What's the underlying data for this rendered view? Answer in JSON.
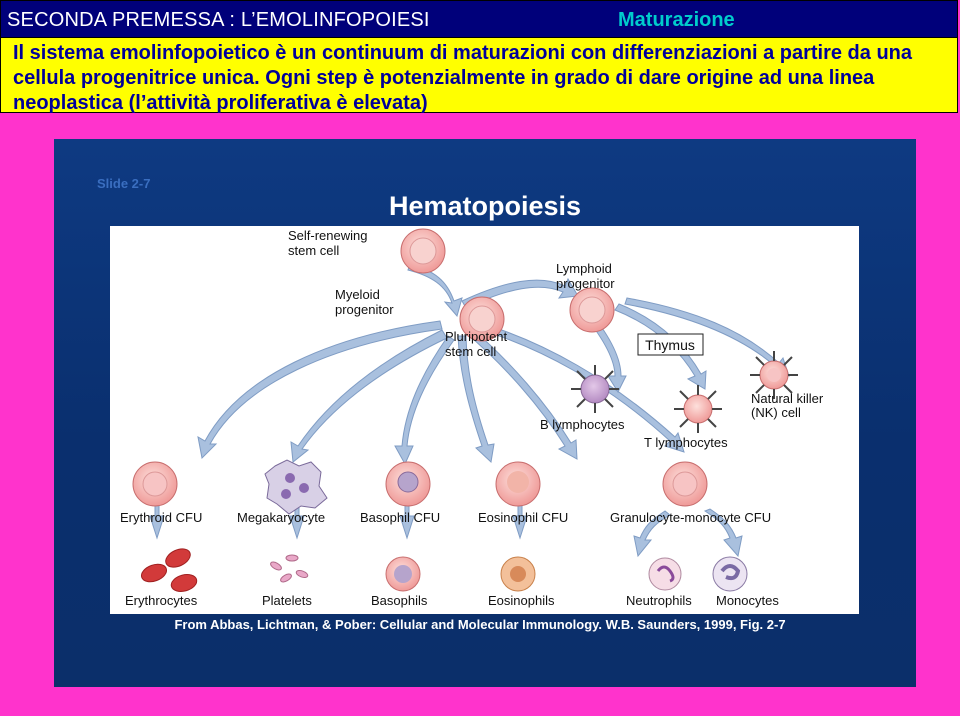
{
  "header": {
    "title": "SECONDA PREMESSA  : L’EMOLINFOPOIESI",
    "section": "Maturazione"
  },
  "intro": {
    "text": "Il sistema emolinfopoietico è un continuum di maturazioni con differenziazioni a partire da una cellula progenitrice unica. Ogni step è potenzialmente in grado di dare origine ad una linea neoplastica (l’attività proliferativa è elevata)"
  },
  "figure": {
    "slide_label": "Slide 2-7",
    "title": "Hematopoiesis",
    "labels": {
      "self_renewing": [
        "Self-renewing",
        "stem cell"
      ],
      "myeloid": [
        "Myeloid",
        "progenitor"
      ],
      "lymphoid": [
        "Lymphoid",
        "progenitor"
      ],
      "pluripotent": [
        "Pluripotent",
        "stem cell"
      ],
      "thymus": "Thymus",
      "b_lymphocytes": "B lymphocytes",
      "t_lymphocytes": "T lymphocytes",
      "nk": [
        "Natural killer",
        "(NK) cell"
      ],
      "cfu_row": [
        "Erythroid CFU",
        "Megakaryocyte",
        "Basophil CFU",
        "Eosinophil CFU",
        "Granulocyte-monocyte CFU"
      ],
      "mature_row": [
        "Erythrocytes",
        "Platelets",
        "Basophils",
        "Eosinophils",
        "Neutrophils",
        "Monocytes"
      ]
    },
    "caption": "From Abbas, Lichtman, & Pober: Cellular and Molecular Immunology. W.B. Saunders, 1999, Fig. 2-7"
  },
  "colors": {
    "background": "#ff33cc",
    "header_bar": "#00007a",
    "intro_bg": "#ffff00",
    "intro_text": "#00009a",
    "slide_bg": "#0e3a82",
    "cell_pink": "#f4a0a0",
    "arrow_blue": "#9fb8d8"
  }
}
